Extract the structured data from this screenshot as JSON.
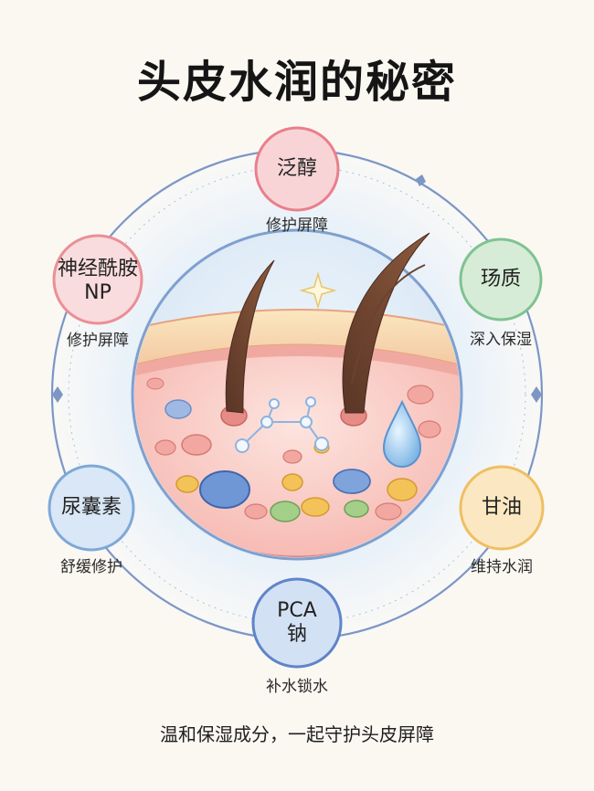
{
  "title": "头皮水润的秘密",
  "ingredients": [
    {
      "key": "panthenol",
      "name": "泛醇",
      "benefit": "修护屏障",
      "color": "#e97f8b"
    },
    {
      "key": "ceramide",
      "name": "神经酰胺\nNP",
      "benefit": "修护屏障",
      "color": "#ea8f96"
    },
    {
      "key": "hyaluronic",
      "name": "玚质",
      "benefit": "深入保湿",
      "color": "#7fc391"
    },
    {
      "key": "urea",
      "name": "尿囊素",
      "benefit": "舒缓修护",
      "color": "#7ea8d8"
    },
    {
      "key": "glycerin",
      "name": "甘油",
      "benefit": "维持水润",
      "color": "#efbf62"
    },
    {
      "key": "pca-na",
      "name": "PCA\n钠",
      "benefit": "补水锁水",
      "color": "#5f84c9"
    }
  ],
  "caption": "温和保湿成分，一起守护头皮屏障"
}
